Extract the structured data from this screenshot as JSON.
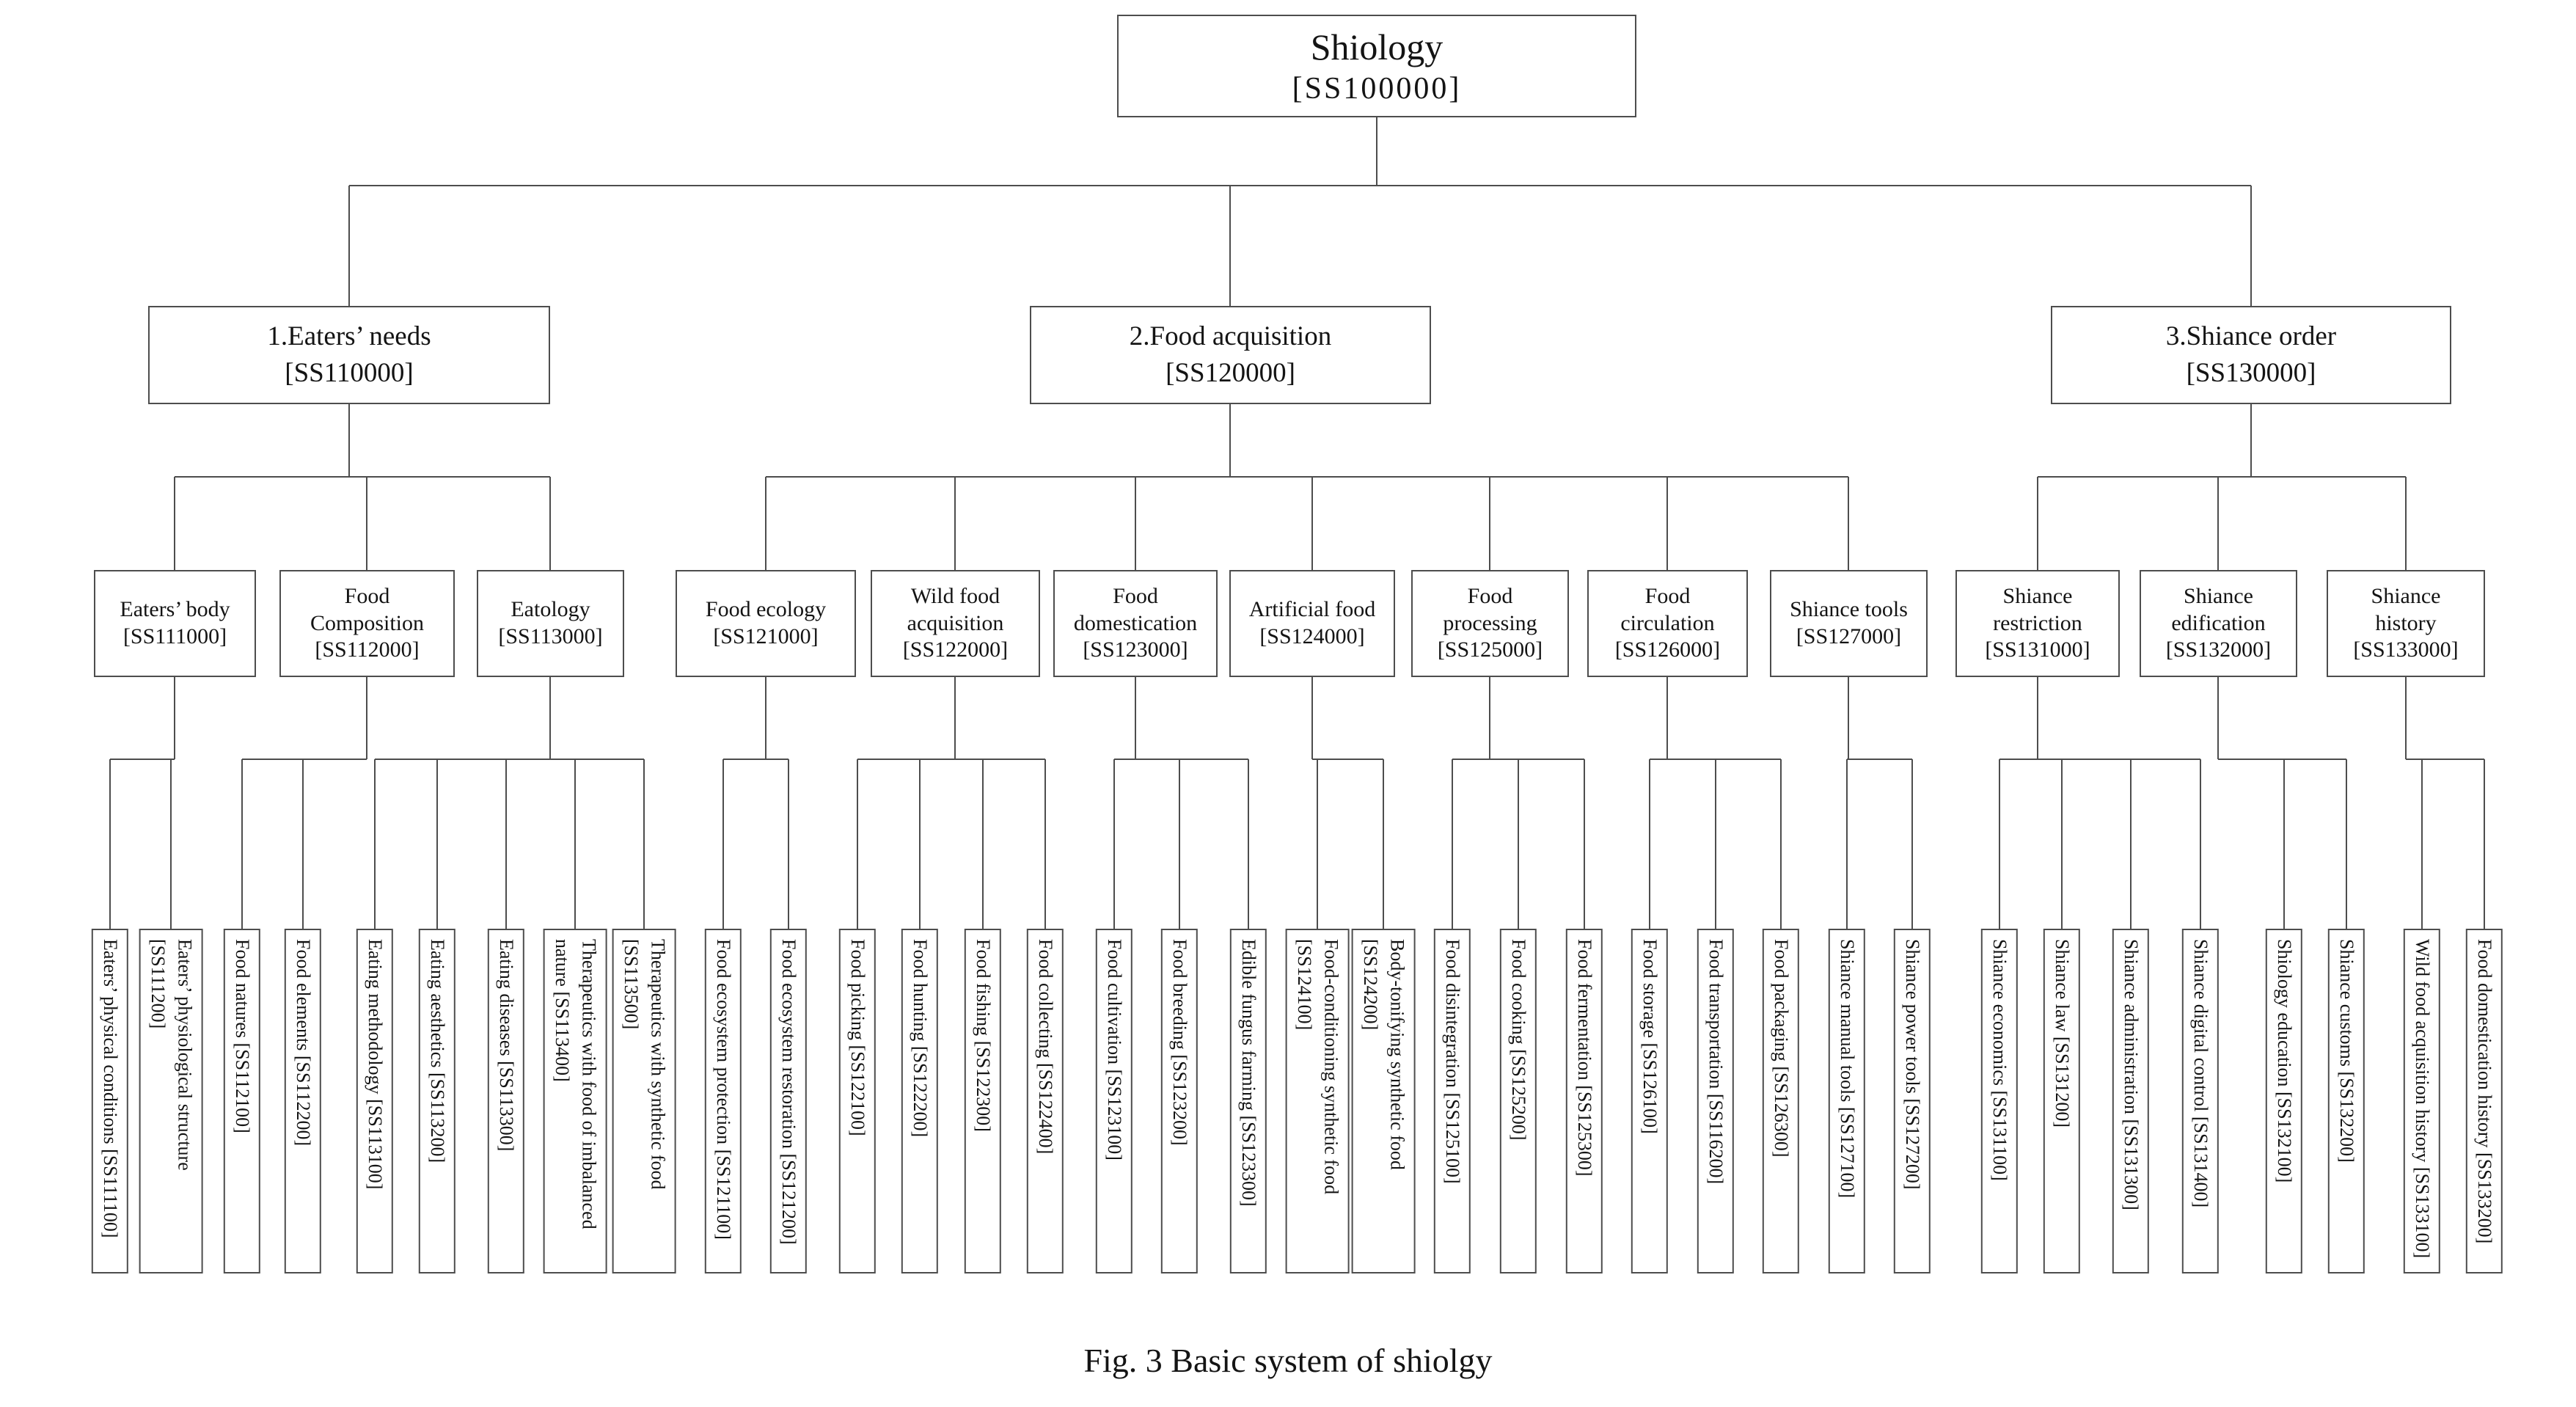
{
  "caption": "Fig. 3 Basic system of shiolgy",
  "root": {
    "name": "Shiology",
    "code": "[SS100000]"
  },
  "branches": [
    {
      "name": "1.Eaters’ needs",
      "code": "[SS110000]",
      "children": [
        {
          "name": "Eaters’ body",
          "code": "[SS111000]",
          "leaves": [
            {
              "name": "Eaters’ physical conditions",
              "code": "[SS111100]"
            },
            {
              "name": "Eaters’ physiological structure",
              "code": "[SS111200]"
            }
          ]
        },
        {
          "name": "Food Composition",
          "code": "[SS112000]",
          "leaves": [
            {
              "name": "Food natures",
              "code": "[SS112100]"
            },
            {
              "name": "Food elements",
              "code": "[SS112200]"
            }
          ]
        },
        {
          "name": "Eatology",
          "code": "[SS113000]",
          "leaves": [
            {
              "name": "Eating methodology",
              "code": "[SS113100]"
            },
            {
              "name": "Eating aesthetics",
              "code": "[SS113200]"
            },
            {
              "name": "Eating diseases",
              "code": "[SS113300]"
            },
            {
              "name": "Therapeutics with food of imbalanced nature",
              "code": "[SS113400]"
            },
            {
              "name": "Therapeutics with synthetic food",
              "code": "[SS113500]"
            }
          ]
        }
      ]
    },
    {
      "name": "2.Food acquisition",
      "code": "[SS120000]",
      "children": [
        {
          "name": "Food ecology",
          "code": "[SS121000]",
          "leaves": [
            {
              "name": "Food ecosystem protection",
              "code": "[SS121100]"
            },
            {
              "name": "Food ecosystem restoration",
              "code": "[SS121200]"
            }
          ]
        },
        {
          "name": "Wild food acquisition",
          "code": "[SS122000]",
          "leaves": [
            {
              "name": "Food picking",
              "code": "[SS122100]"
            },
            {
              "name": "Food hunting",
              "code": "[SS122200]"
            },
            {
              "name": "Food fishing",
              "code": "[SS122300]"
            },
            {
              "name": "Food collecting",
              "code": "[SS122400]"
            }
          ]
        },
        {
          "name": "Food domestication",
          "code": "[SS123000]",
          "leaves": [
            {
              "name": "Food cultivation",
              "code": "[SS123100]"
            },
            {
              "name": "Food breeding",
              "code": "[SS123200]"
            },
            {
              "name": "Edible fungus farming",
              "code": "[SS123300]"
            }
          ]
        },
        {
          "name": "Artificial food",
          "code": "[SS124000]",
          "leaves": [
            {
              "name": "Food-conditioning synthetic food",
              "code": "[SS124100]"
            },
            {
              "name": "Body-tonifying synthetic food",
              "code": "[SS124200]"
            }
          ]
        },
        {
          "name": "Food processing",
          "code": "[SS125000]",
          "leaves": [
            {
              "name": "Food disintegration",
              "code": "[SS125100]"
            },
            {
              "name": "Food cooking",
              "code": "[SS125200]"
            },
            {
              "name": "Food fermentation",
              "code": "[SS125300]"
            }
          ]
        },
        {
          "name": "Food circulation",
          "code": "[SS126000]",
          "leaves": [
            {
              "name": "Food storage",
              "code": "[SS126100]"
            },
            {
              "name": "Food transportation",
              "code": "[SS116200]"
            },
            {
              "name": "Food packaging",
              "code": "[SS126300]"
            }
          ]
        },
        {
          "name": "Shiance tools",
          "code": "[SS127000]",
          "leaves": [
            {
              "name": "Shiance manual tools",
              "code": "[SS127100]"
            },
            {
              "name": "Shiance power tools",
              "code": "[SS127200]"
            }
          ]
        }
      ]
    },
    {
      "name": "3.Shiance order",
      "code": "[SS130000]",
      "children": [
        {
          "name": "Shiance restriction",
          "code": "[SS131000]",
          "leaves": [
            {
              "name": "Shiance economics",
              "code": "[SS131100]"
            },
            {
              "name": "Shiance law",
              "code": "[SS131200]"
            },
            {
              "name": "Shiance administration",
              "code": "[SS131300]"
            },
            {
              "name": "Shiance digital control",
              "code": "[SS131400]"
            }
          ]
        },
        {
          "name": "Shiance edification",
          "code": "[SS132000]",
          "leaves": [
            {
              "name": "Shiology education",
              "code": "[SS132100]"
            },
            {
              "name": "Shiance customs",
              "code": "[SS132200]"
            }
          ]
        },
        {
          "name": "Shiance history",
          "code": "[SS133000]",
          "leaves": [
            {
              "name": "Wild food acquisition history",
              "code": "[SS133100]"
            },
            {
              "name": "Food domestication history",
              "code": "[SS133200]"
            }
          ]
        }
      ]
    }
  ]
}
